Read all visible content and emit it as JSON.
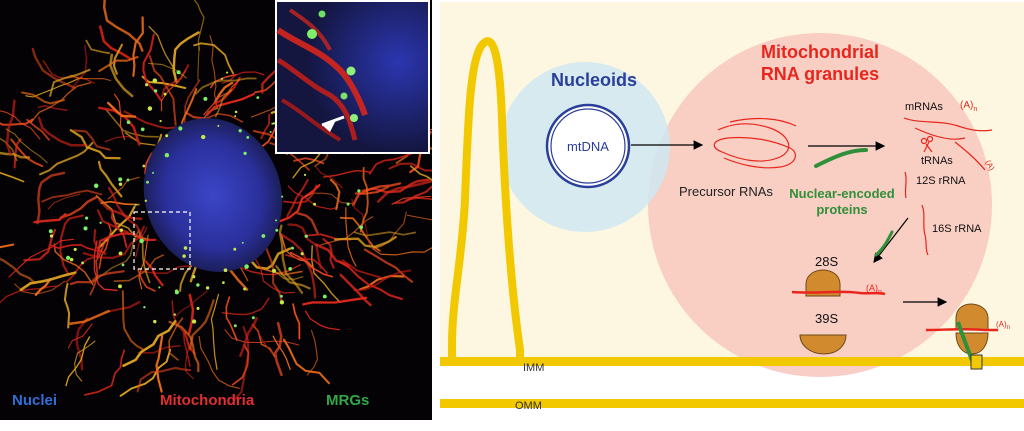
{
  "micrograph": {
    "legend": [
      {
        "label": "Nuclei",
        "color": "#2f6fd8"
      },
      {
        "label": "Mitochondria",
        "color": "#e03030"
      },
      {
        "label": "MRGs",
        "color": "#2fa84a"
      }
    ]
  },
  "schematic": {
    "nucleoids_title": "Nucleoids",
    "mtdna_label": "mtDNA",
    "granules_title_line1": "Mitochondrial",
    "granules_title_line2": "RNA granules",
    "precursor_label": "Precursor RNAs",
    "nuclear_proteins_line1": "Nuclear-encoded",
    "nuclear_proteins_line2": "proteins",
    "mrnas_label": "mRNAs",
    "trnas_label": "tRNAs",
    "rrna12_label": "12S rRNA",
    "rrna16_label": "16S rRNA",
    "polya_label": "(A)",
    "polya_sub": "n",
    "subunit28_label": "28S",
    "subunit39_label": "39S",
    "imm_label": "IMM",
    "omm_label": "OMM"
  },
  "colors": {
    "membrane": "#f2c800",
    "nucleoid_fill": "#cfe8f2",
    "granule_fill": "#f8c9c0",
    "granule_title": "#e8261d",
    "nucleoids_title": "#2a3e9a",
    "mtdna_ring": "#2a3e9a",
    "rna": "#e8261d",
    "protein": "#2f8f3a",
    "ribosome": "#d18a2e",
    "panel_bg": "#fdf7e2"
  }
}
